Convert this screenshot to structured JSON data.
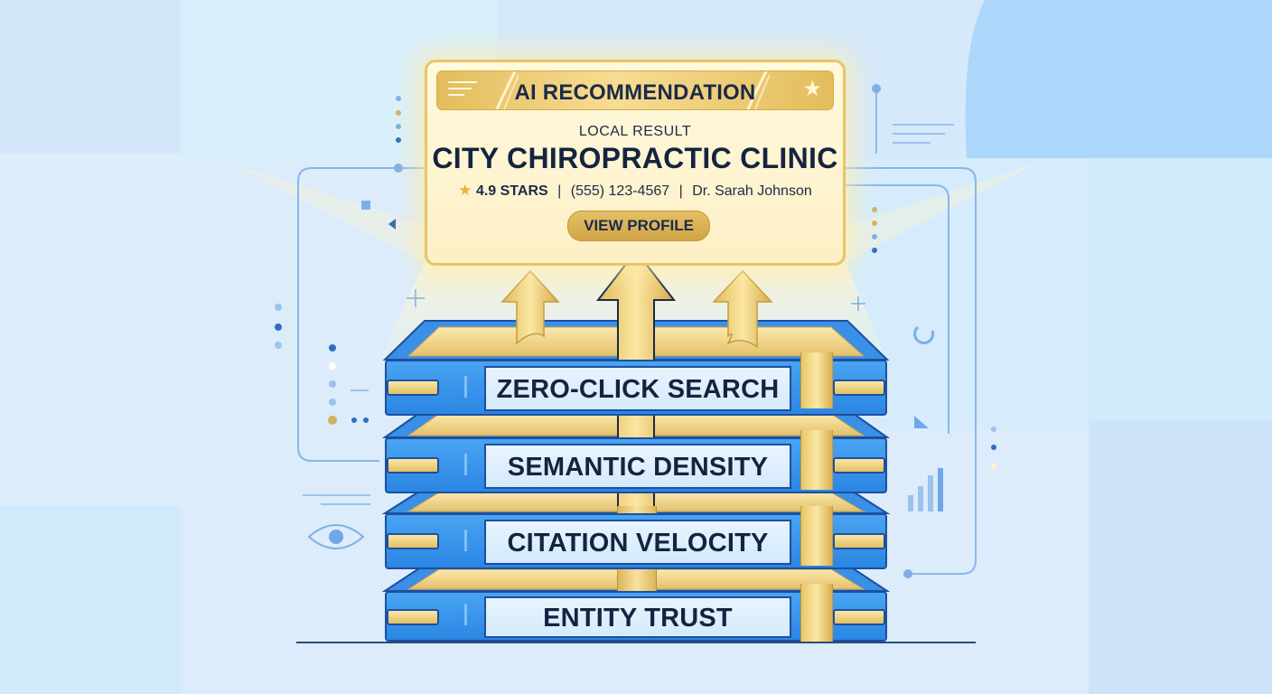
{
  "card": {
    "header_title": "AI RECOMMENDATION",
    "star_icon": "star-icon",
    "local_label": "LOCAL RESULT",
    "business_name": "CITY CHIROPRACTIC CLINIC",
    "rating": "4.9 STARS",
    "separator": "|",
    "phone": "(555) 123-4567",
    "doctor": "Dr. Sarah Johnson",
    "button_label": "VIEW PROFILE"
  },
  "layers": [
    {
      "label": "ZERO-CLICK SEARCH"
    },
    {
      "label": "SEMANTIC DENSITY"
    },
    {
      "label": "CITATION VELOCITY"
    },
    {
      "label": "ENTITY TRUST"
    }
  ],
  "colors": {
    "background": "#dcecfb",
    "gold": "#e8c566",
    "blue": "#2b86e3",
    "navy": "#142440"
  }
}
